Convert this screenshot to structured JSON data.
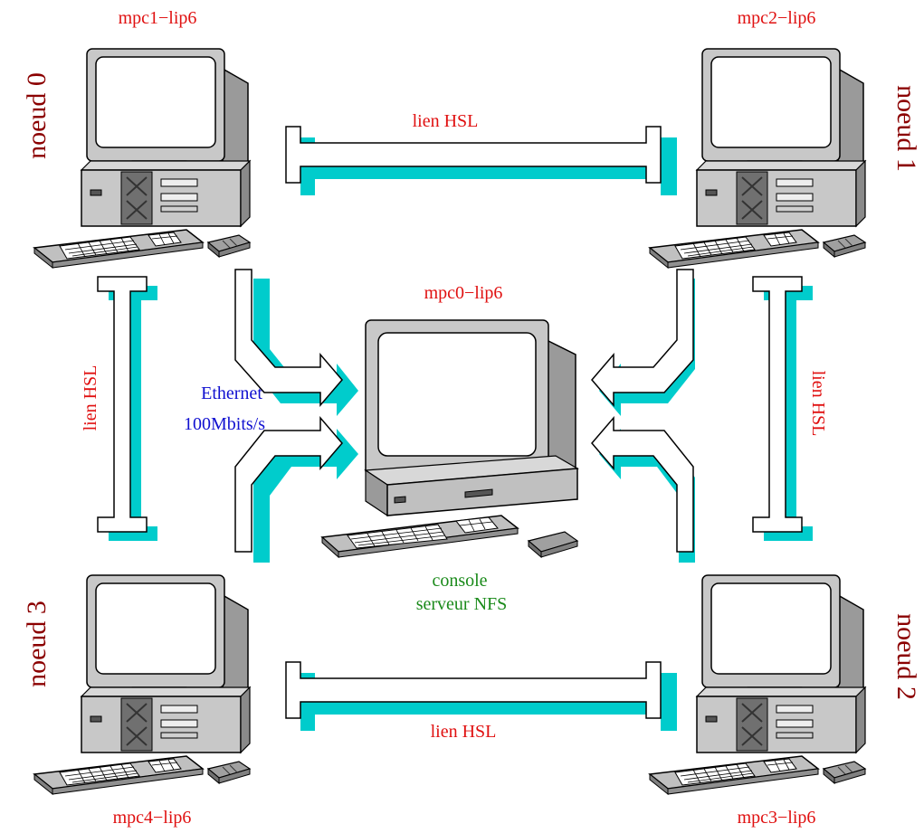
{
  "colors": {
    "red_label": "#e01010",
    "node_label": "#8b0000",
    "ethernet_label": "#1010d0",
    "console_label": "#1a8a1a",
    "link_shadow": "#00cccc",
    "case_gray": "#c8c8c8",
    "case_dark": "#808080"
  },
  "machines": {
    "top_left": "mpc1−lip6",
    "top_right": "mpc2−lip6",
    "center": "mpc0−lip6",
    "bottom_right": "mpc3−lip6",
    "bottom_left": "mpc4−lip6"
  },
  "nodes": {
    "n0": "noeud 0",
    "n1": "noeud 1",
    "n2": "noeud 2",
    "n3": "noeud 3"
  },
  "links": {
    "top": "lien HSL",
    "bottom": "lien HSL",
    "left": "lien HSL",
    "right": "lien HSL"
  },
  "ethernet": {
    "line1": "Ethernet",
    "line2": "100Mbits/s"
  },
  "console": {
    "line1": "console",
    "line2": "serveur NFS"
  }
}
